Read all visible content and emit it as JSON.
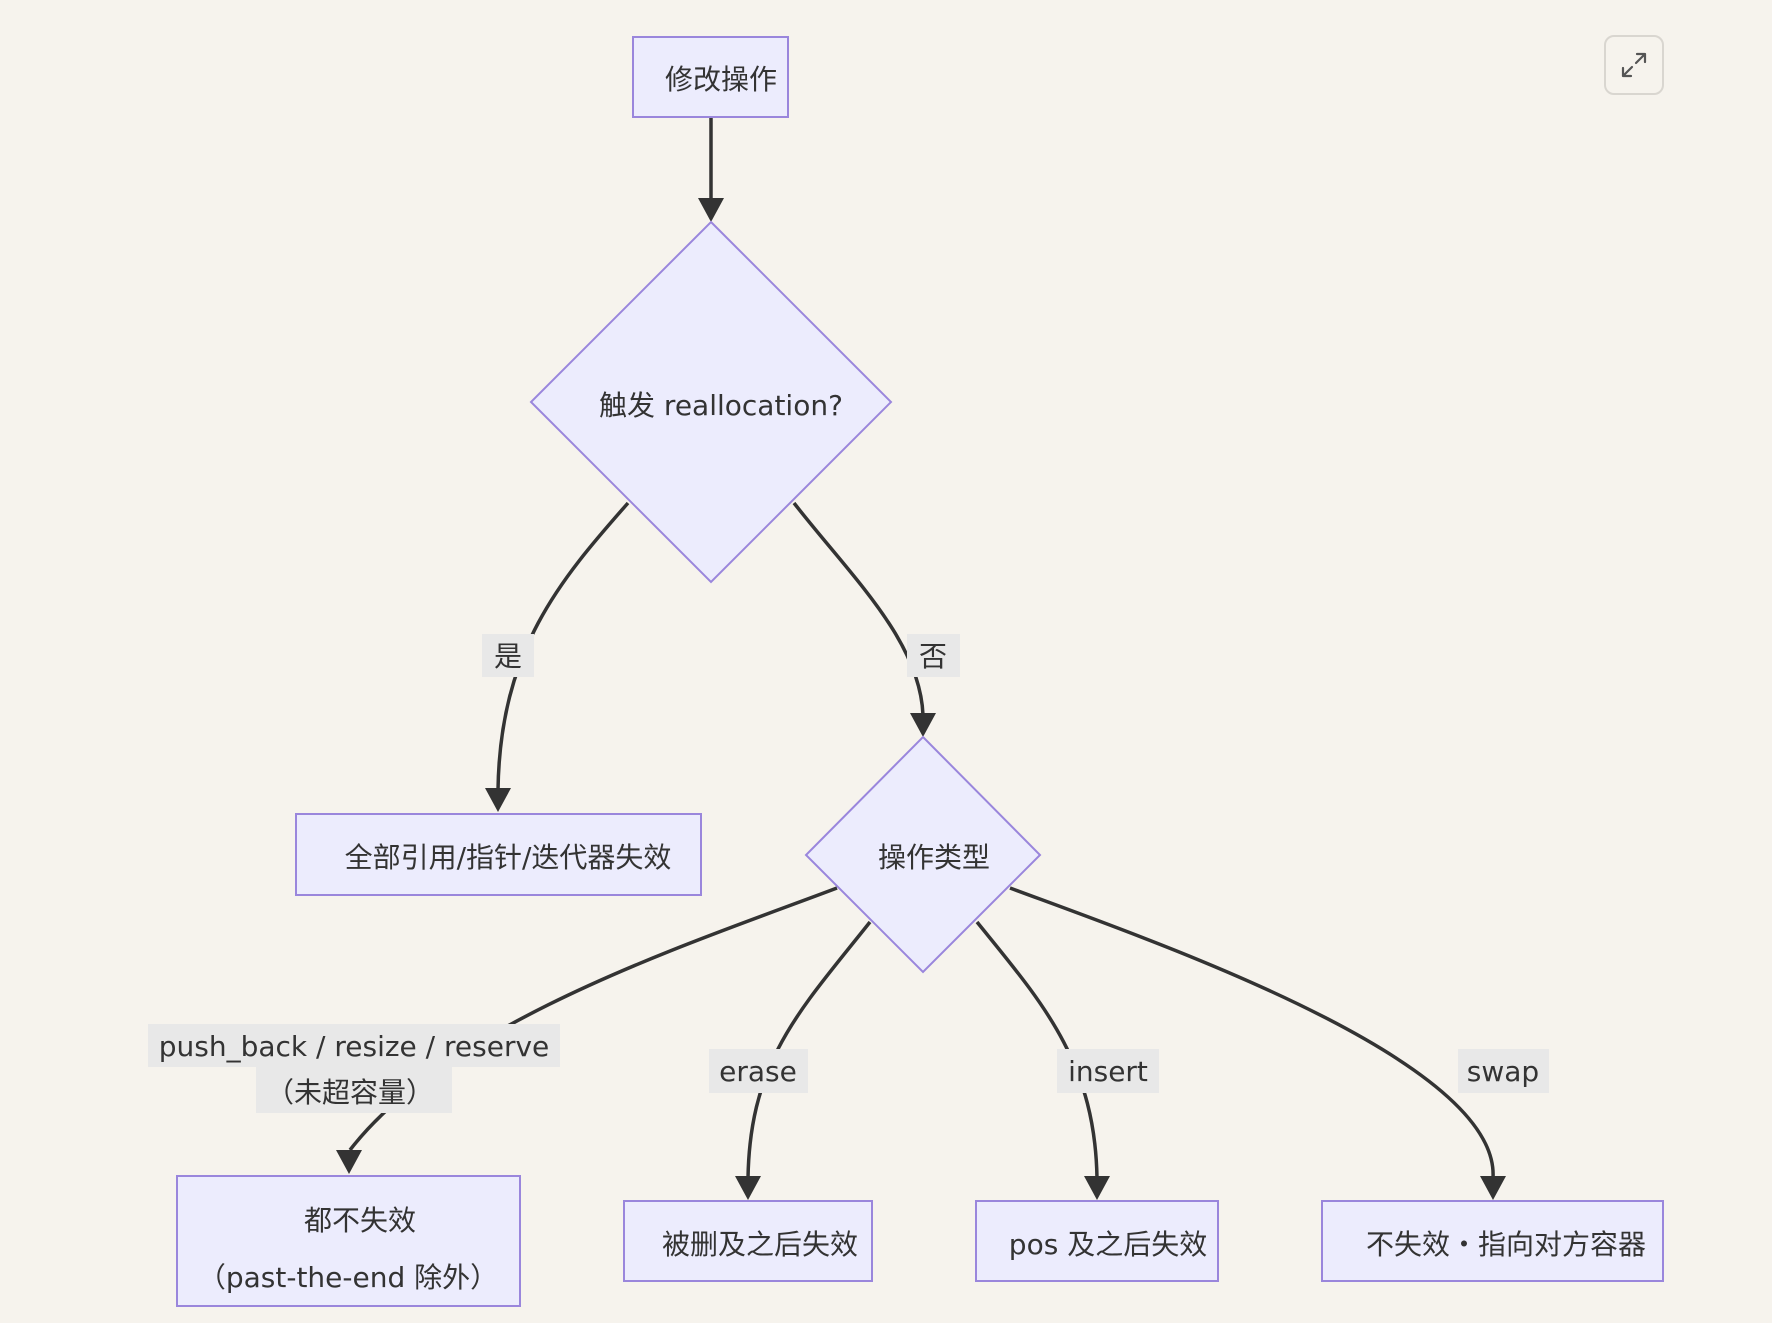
{
  "nodes": {
    "start": "修改操作",
    "decision_realloc": "触发 reallocation?",
    "all_invalid": "全部引用/指针/迭代器失效",
    "op_type": "操作类型",
    "none_invalid_line1": "都不失效",
    "none_invalid_line2": "（past-the-end 除外）",
    "erase_result": "被删及之后失效",
    "insert_result": "pos 及之后失效",
    "swap_result": "不失效・指向对方容器"
  },
  "edges": {
    "yes": "是",
    "no": "否",
    "push_line1": "push_back / resize / reserve",
    "push_line2": "（未超容量）",
    "erase": "erase",
    "insert": "insert",
    "swap": "swap"
  },
  "toolbar": {
    "expand_icon": "expand-icon"
  },
  "colors": {
    "background": "#f6f3ed",
    "node_fill": "#ececfd",
    "node_stroke": "#9a86dc",
    "edge": "#333333",
    "label_bg": "#e8e8e8"
  }
}
